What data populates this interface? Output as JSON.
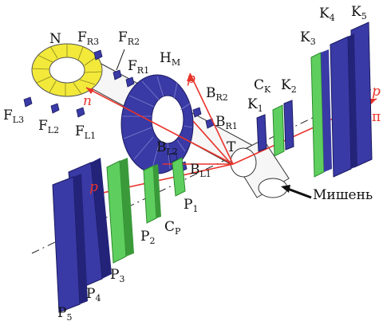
{
  "colors": {
    "magnet_blue": "#3a3aa6",
    "magnet_blue_dark": "#23237a",
    "counter_green": "#5ecf5e",
    "counter_green_dark": "#2c8a2c",
    "yoke_yellow": "#f2e93a",
    "beam_red": "#e8332a",
    "pipe_gray": "#f4f4f4",
    "text": "#111111"
  },
  "labels": {
    "N": "N",
    "FR3": {
      "base": "F",
      "sub": "R3"
    },
    "FR2": {
      "base": "F",
      "sub": "R2"
    },
    "FR1": {
      "base": "F",
      "sub": "R1"
    },
    "HM": {
      "base": "H",
      "sub": "M"
    },
    "FL3": {
      "base": "F",
      "sub": "L3"
    },
    "FL2": {
      "base": "F",
      "sub": "L2"
    },
    "FL1": {
      "base": "F",
      "sub": "L1"
    },
    "BR2": {
      "base": "B",
      "sub": "R2"
    },
    "BR1": {
      "base": "B",
      "sub": "R1"
    },
    "BL2": {
      "base": "B",
      "sub": "L2"
    },
    "BL1": {
      "base": "B",
      "sub": "L1"
    },
    "T": "T",
    "K1": {
      "base": "K",
      "sub": "1"
    },
    "CK": {
      "base": "C",
      "sub": "K"
    },
    "K2": {
      "base": "K",
      "sub": "2"
    },
    "K3": {
      "base": "K",
      "sub": "3"
    },
    "K4": {
      "base": "K",
      "sub": "4"
    },
    "K5": {
      "base": "K",
      "sub": "5"
    },
    "P1": {
      "base": "P",
      "sub": "1"
    },
    "P2": {
      "base": "P",
      "sub": "2"
    },
    "CP": {
      "base": "C",
      "sub": "P"
    },
    "P3": {
      "base": "P",
      "sub": "3"
    },
    "P4": {
      "base": "P",
      "sub": "4"
    },
    "P5": {
      "base": "P",
      "sub": "5"
    },
    "target": "Мишень",
    "particle_p": "p",
    "particle_n": "n",
    "particle_pi": "π"
  }
}
